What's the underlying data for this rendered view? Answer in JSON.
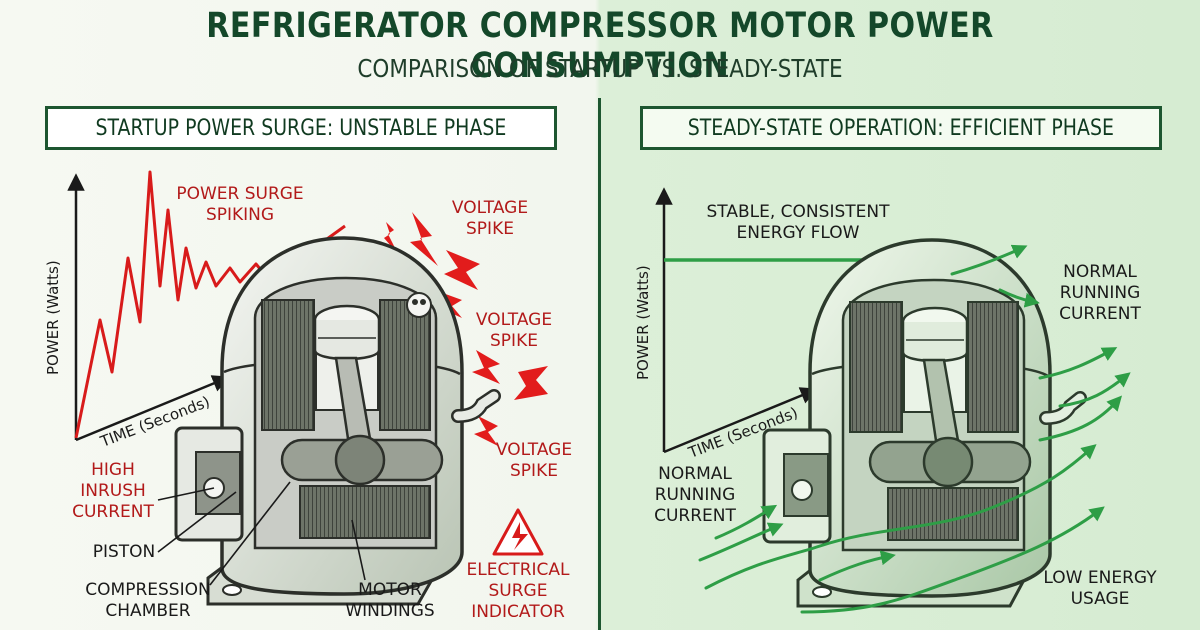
{
  "title": "REFRIGERATOR COMPRESSOR MOTOR POWER CONSUMPTION",
  "subtitle": "COMPARISON OF STARTUP VS. STEADY-STATE",
  "left_panel": {
    "header": "STARTUP POWER SURGE: UNSTABLE PHASE",
    "y_axis_label": "POWER (Watts)",
    "x_axis_label": "TIME (Seconds)",
    "labels": {
      "power_surge": "POWER SURGE\nSPIKING",
      "voltage_spike_1": "VOLTAGE\nSPIKE",
      "voltage_spike_2": "VOLTAGE\nSPIKE",
      "voltage_spike_3": "VOLTAGE\nSPIKE",
      "high_inrush": "HIGH\nINRUSH\nCURRENT",
      "piston": "PISTON",
      "compression_chamber": "COMPRESSION\nCHAMBER",
      "motor_windings": "MOTOR\nWINDINGS",
      "electrical_surge": "ELECTRICAL\nSURGE\nINDICATOR"
    }
  },
  "right_panel": {
    "header": "STEADY-STATE OPERATION: EFFICIENT PHASE",
    "y_axis_label": "POWER (Watts)",
    "x_axis_label": "TIME (Seconds)",
    "labels": {
      "stable_flow": "STABLE, CONSISTENT\nENERGY FLOW",
      "normal_running_top": "NORMAL\nRUNNING\nCURRENT",
      "normal_running_bottom": "NORMAL\nRUNNING\nCURRENT",
      "low_energy": "LOW ENERGY\nUSAGE"
    }
  },
  "colors": {
    "surge_red": "#d81b1b",
    "label_red": "#b21a1a",
    "steady_green": "#2e9e46",
    "header_green": "#1d5630"
  }
}
